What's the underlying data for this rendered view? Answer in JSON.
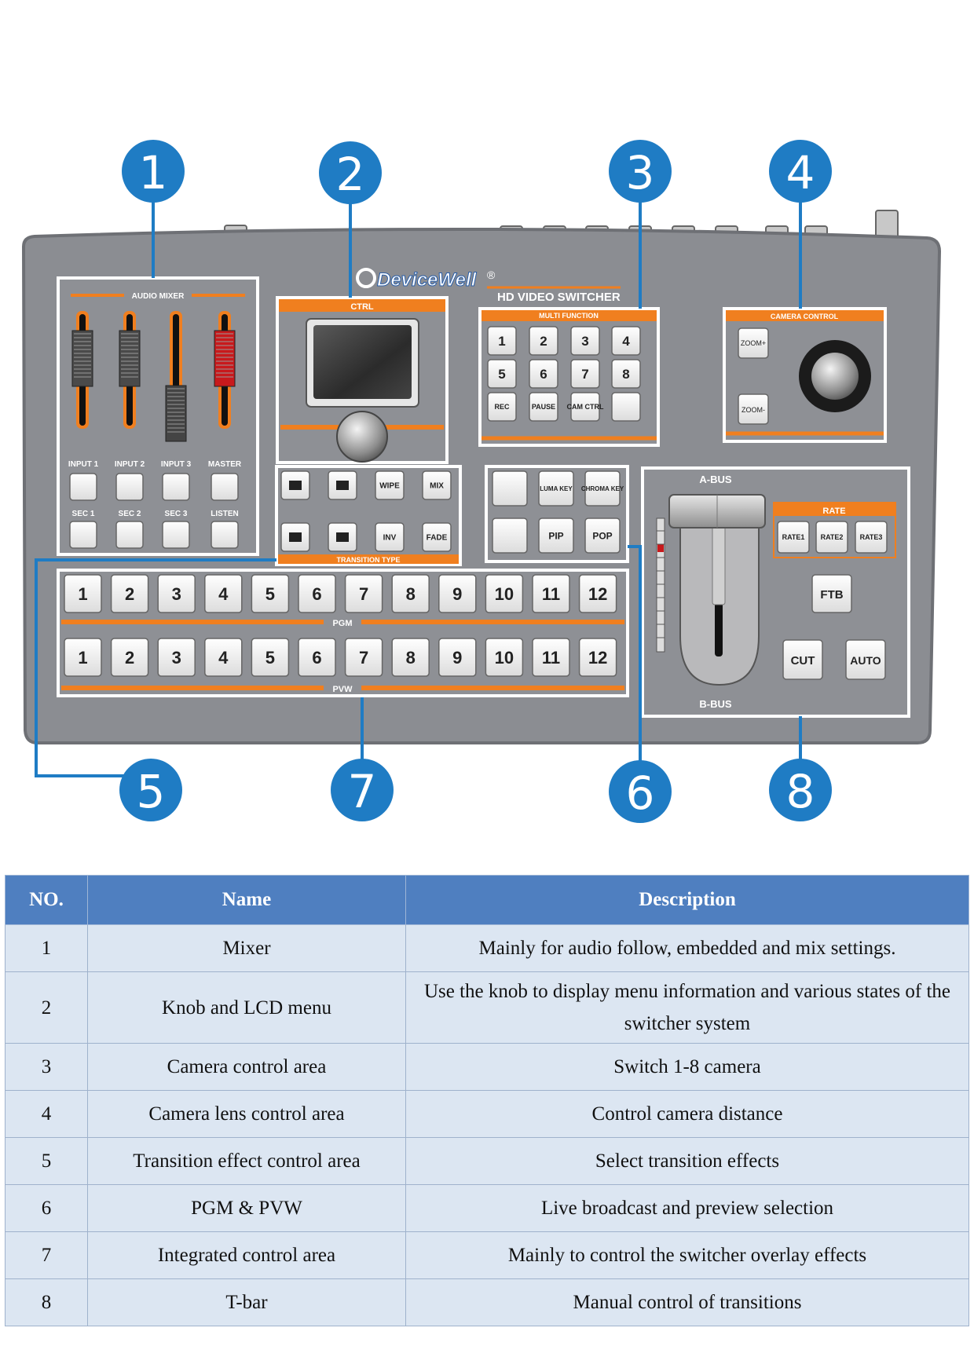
{
  "brand": "DeviceWell",
  "brand_mark": "®",
  "model": "HD VIDEO SWITCHER",
  "callouts": [
    "1",
    "2",
    "3",
    "4",
    "5",
    "7",
    "6",
    "8"
  ],
  "audio_mixer": {
    "title": "AUDIO MIXER",
    "input_labels": [
      "INPUT 1",
      "INPUT 2",
      "INPUT 3",
      "MASTER"
    ],
    "sec_labels": [
      "SEC 1",
      "SEC 2",
      "SEC 3",
      "LISTEN"
    ]
  },
  "ctrl": {
    "title": "CTRL"
  },
  "transition": {
    "title": "TRANSITION TYPE",
    "buttons": [
      "",
      "",
      "WIPE",
      "MIX",
      "",
      "",
      "INV",
      "FADE"
    ]
  },
  "multi_function": {
    "title": "MULTI FUNCTION",
    "keys": [
      "1",
      "2",
      "3",
      "4",
      "5",
      "6",
      "7",
      "8",
      "REC",
      "PAUSE",
      "CAM CTRL",
      ""
    ]
  },
  "camera_control": {
    "title": "CAMERA CONTROL",
    "zoom_in": "ZOOM+",
    "zoom_out": "ZOOM-"
  },
  "effects": {
    "buttons": [
      "",
      "LUMA KEY",
      "CHROMA KEY",
      "",
      "PIP",
      "POP"
    ]
  },
  "pgm": {
    "label": "PGM",
    "keys": [
      "1",
      "2",
      "3",
      "4",
      "5",
      "6",
      "7",
      "8",
      "9",
      "10",
      "11",
      "12"
    ]
  },
  "pvw": {
    "label": "PVW",
    "keys": [
      "1",
      "2",
      "3",
      "4",
      "5",
      "6",
      "7",
      "8",
      "9",
      "10",
      "11",
      "12"
    ]
  },
  "tbar": {
    "a_bus": "A-BUS",
    "b_bus": "B-BUS",
    "rate_title": "RATE",
    "rates": [
      "RATE1",
      "RATE2",
      "RATE3"
    ],
    "ftb": "FTB",
    "cut": "CUT",
    "auto": "AUTO"
  },
  "colors": {
    "accent_orange": "#f07f1f",
    "callout_blue": "#1f7cc4",
    "panel_gray": "#8b8d92",
    "header_blue": "#4f7fc0",
    "row_blue": "#dce6f2"
  },
  "table": {
    "headers": [
      "NO.",
      "Name",
      "Description"
    ],
    "rows": [
      {
        "no": "1",
        "name": "Mixer",
        "desc": "Mainly for audio follow, embedded and mix settings."
      },
      {
        "no": "2",
        "name": "Knob and LCD menu",
        "desc": "Use the knob to display menu information and various states of the switcher system"
      },
      {
        "no": "3",
        "name": "Camera control area",
        "desc": "Switch 1-8 camera"
      },
      {
        "no": "4",
        "name": "Camera lens control area",
        "desc": "Control camera distance"
      },
      {
        "no": "5",
        "name": "Transition effect control area",
        "desc": "Select transition effects"
      },
      {
        "no": "6",
        "name": "PGM & PVW",
        "desc": "Live broadcast and preview selection"
      },
      {
        "no": "7",
        "name": "Integrated control area",
        "desc": "Mainly to control the switcher overlay effects"
      },
      {
        "no": "8",
        "name": "T-bar",
        "desc": "Manual control of transitions"
      }
    ]
  }
}
